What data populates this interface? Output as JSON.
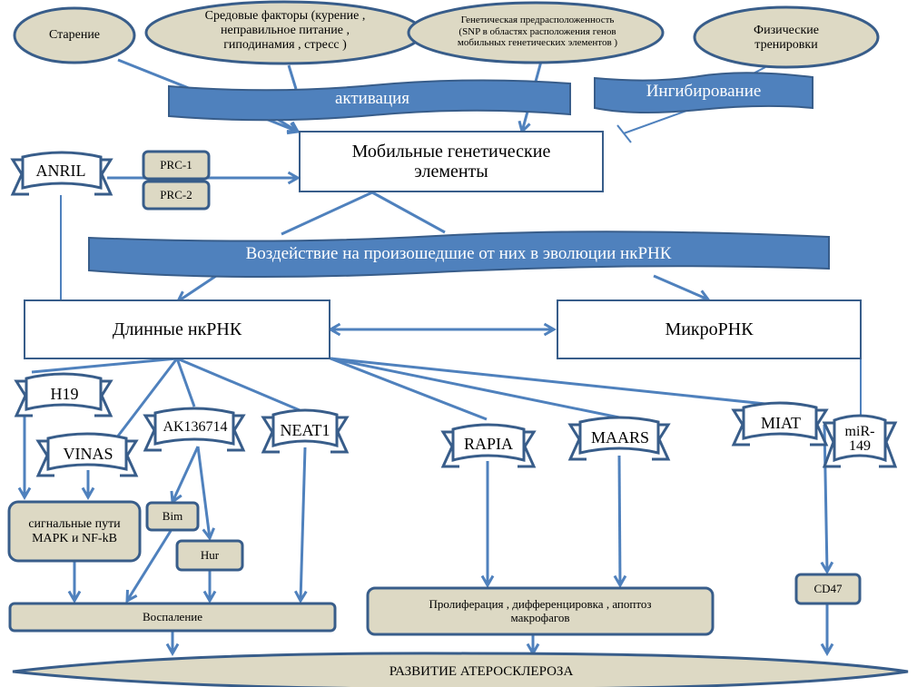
{
  "diagram": {
    "colors": {
      "line": "#4f81bd",
      "stroke_dark": "#385d8a",
      "ellipse_fill": "#ddd9c4",
      "banner_fill": "#4f81bd",
      "box_fill": "#ffffff"
    },
    "factors": {
      "aging": "Старение",
      "environment": "Средовые факторы  (курение ,\nнеправильное питание   ,\nгиподинамия  , стресс )",
      "genetic": "Генетическая предрасположенность\n(SNP в областях расположения генов\nмобильных генетических элементов    )",
      "exercise": "Физические\nтренировки"
    },
    "banners": {
      "activation": "активация",
      "inhibition": "Ингибирование",
      "effect": "Воздействие на произошедшие от них в эволюции нкРНК"
    },
    "boxes": {
      "mge": "Мобильные генетические\nэлементы",
      "lncrna": "Длинные нкРНК",
      "mirna": "МикроРНК"
    },
    "ribbons": {
      "anril": "ANRIL",
      "h19": "H19",
      "vinas": "VINAS",
      "ak136714": "AK136714",
      "neat1": "NEAT1",
      "rapia": "RAPIA",
      "maars": "MAARS",
      "miat": "MIAT",
      "mir149": "miR-\n149"
    },
    "tan_boxes": {
      "prc1": "PRC-1",
      "prc2": "PRC-2",
      "signaling": "сигнальные пути\nMAPK и NF-kB",
      "bim": "Bim",
      "hur": "Hur",
      "cd47": "CD47",
      "inflammation": "Воспаление",
      "proliferation": "Пролиферация  , дифференцировка   , апоптоз\nмакрофагов"
    },
    "outcome": "РАЗВИТИЕ АТЕРОСКЛЕРОЗА"
  }
}
